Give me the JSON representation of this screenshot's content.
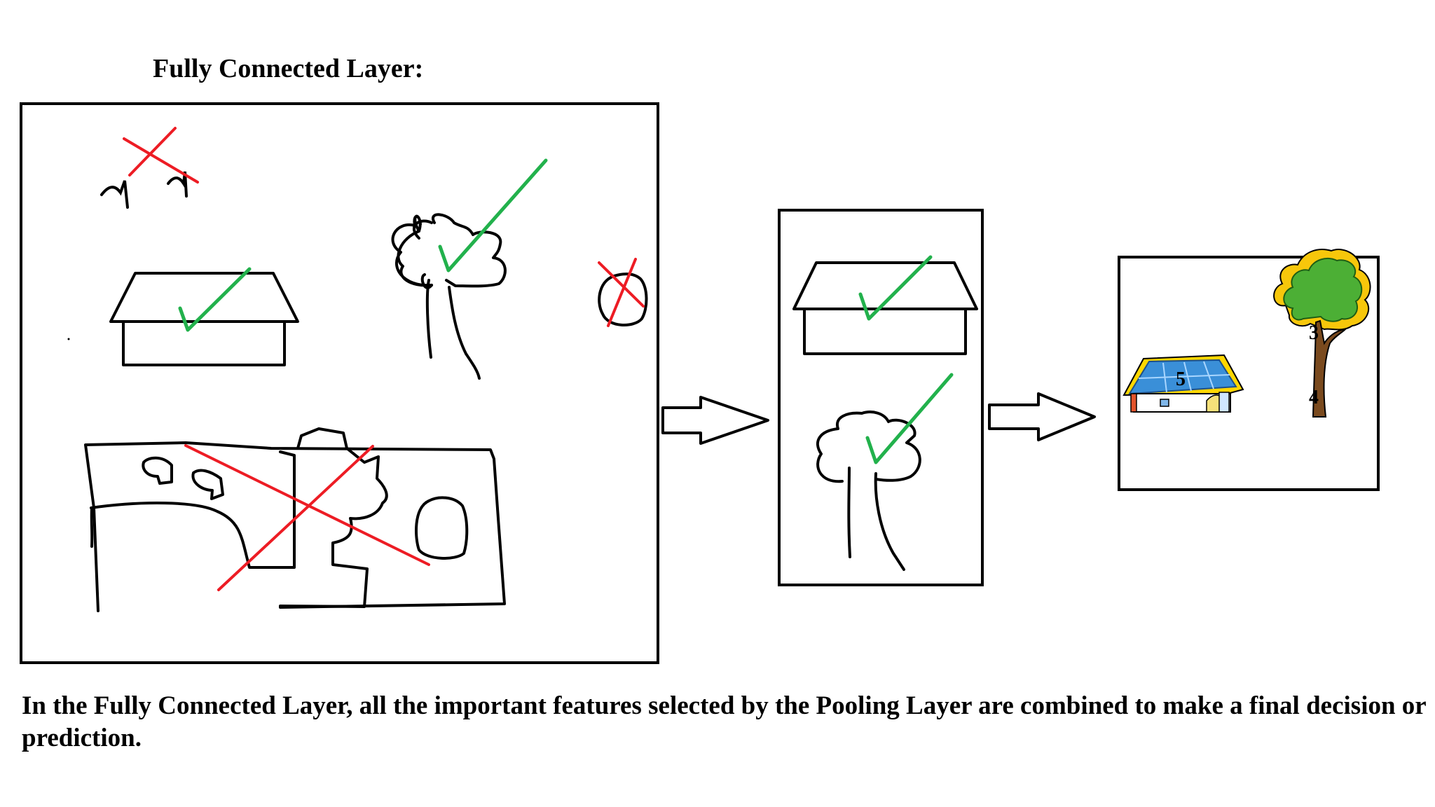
{
  "title": "Fully Connected Layer:",
  "caption": "In the Fully Connected Layer, all the important features selected by the Pooling Layer are combined to make a final decision or prediction.",
  "stages": {
    "input": {
      "label": "",
      "kept": [
        "house",
        "tree"
      ],
      "rejected": [
        "birds",
        "sun",
        "landscape"
      ]
    },
    "pooled": {
      "kept": [
        "house",
        "tree"
      ]
    },
    "output": {
      "house_number": "5",
      "tree_top_number": "3",
      "tree_trunk_number": "4"
    }
  },
  "colors": {
    "accept": "#22b14c",
    "reject": "#ed1c24",
    "stroke": "#000000"
  }
}
